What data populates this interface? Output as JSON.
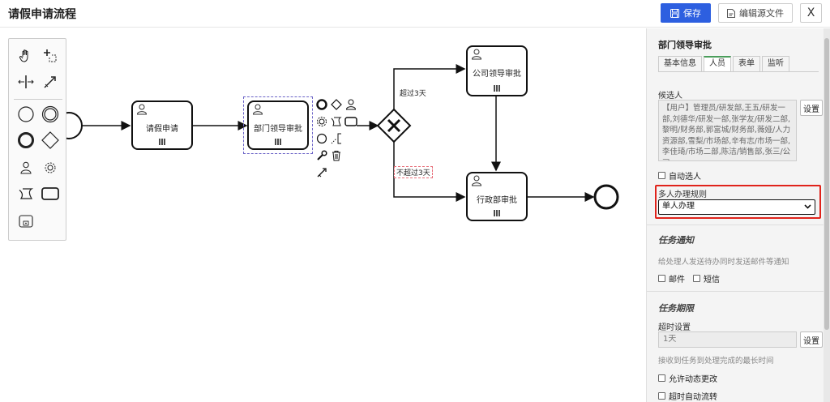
{
  "header": {
    "title": "请假申请流程",
    "save_label": "保存",
    "edit_source_label": "编辑源文件",
    "close_label": "X"
  },
  "diagram": {
    "tasks": {
      "leave_apply": "请假申请",
      "dept_approve": "部门领导审批",
      "company_approve": "公司领导审批",
      "admin_approve": "行政部审批"
    },
    "edges": {
      "over_3_days": "超过3天",
      "not_over_3_days": "不超过3天"
    }
  },
  "panel": {
    "title": "部门领导审批",
    "tabs": [
      "基本信息",
      "人员",
      "表单",
      "监听"
    ],
    "active_tab": "人员",
    "candidates_label": "候选人",
    "candidates_value": "【用户】管理员/研发部,王五/研发一部,刘德华/研发一部,张学友/研发二部,黎明/财务部,郭富城/财务部,薇娅/人力资源部,雪梨/市场部,辛有志/市场一部,李佳琦/市场二部,陈洁/销售部,张三/公司",
    "set_label": "设置",
    "auto_select_label": "自动选人",
    "multi_rule_label": "多人办理规则",
    "multi_rule_value": "单人办理",
    "notify_title": "任务通知",
    "notify_help": "给处理人发送待办同时发送邮件等通知",
    "email_label": "邮件",
    "sms_label": "短信",
    "deadline_title": "任务期限",
    "timeout_label": "超时设置",
    "timeout_value": "1天",
    "timeout_help": "接收到任务到处理完成的最长时间",
    "allow_dynamic_label": "允许动态更改",
    "auto_flow_label": "超时自动流转"
  },
  "colors": {
    "primary": "#2d5fe0",
    "highlight": "#e0231b",
    "tab_accent": "#4a9d5b",
    "selection": "#6b63c7"
  }
}
